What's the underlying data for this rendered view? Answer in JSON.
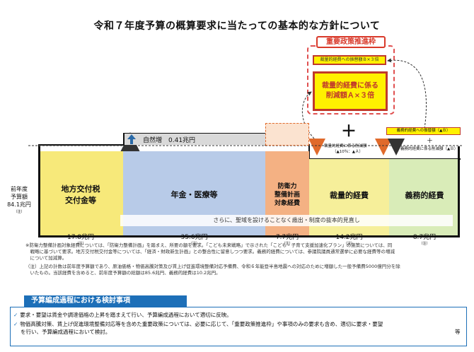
{
  "title": "令和７年度予算の概算要求に当たっての基本的な方針について",
  "priority": {
    "label": "重要政策推進枠",
    "small_box": "裁量的経費への振替額Ｂ×３倍",
    "big_box_line1": "裁量的経費に係る",
    "big_box_line2": "削減額Ａ×３倍"
  },
  "natural_increase": "自然増　0.41兆円",
  "plus": "＋",
  "plus_small": "＋",
  "right_top_box": "義務的経費への振替額（▲Ｂ）",
  "reduction_label": "裁量的経費に係る削減額",
  "reduction_pct": "（▲10％：▲Ａ）",
  "mandatory_reduction": "義務的経費に係る削減額（▲Ｂ）",
  "left_label": {
    "line1": "前年度",
    "line2": "予算額",
    "line3": "84.1兆円",
    "note": "（注）"
  },
  "segments": [
    {
      "name": "地方交付税\n交付金等",
      "line1": "地方交付税",
      "line2": "交付金等",
      "value": "17.8兆円",
      "note": "（注）",
      "color": "#f7e97a"
    },
    {
      "name": "年金・医療等",
      "line1": "年金・医療等",
      "line2": "",
      "value": "35.6兆円",
      "note": "（注）",
      "color": "#b8cbe8"
    },
    {
      "line1": "防衛力",
      "line2": "整備計画",
      "line3": "対象経費",
      "value": "7.7兆円",
      "note": "（注）",
      "color": "#f4b183"
    },
    {
      "line1": "裁量的経費",
      "line2": "",
      "value": "14.2兆円",
      "note": "（注）",
      "color": "#f6ef9a"
    },
    {
      "line1": "義務的経費",
      "line2": "",
      "value": "8.7兆円",
      "note": "（注）",
      "color": "#d9ecb8"
    }
  ],
  "strip_text": "さらに、聖域を設けることなく歳出・制度の抜本的見直し",
  "notes": [
    "※防衛力整備計画対象経費については、「防衛力整備計画」を踏まえ、所要の額を要求。「こども未来戦略」で示された「こども・子育て支援加速化プラン」の施策については、同",
    "　戦略に基づいて要求。地方交付税交付金等については、「経済・財政新生計画」との整合性に留意しつつ要求。義務的経費については、参議院議員通常選挙に必要な経費等の増減",
    "　について加減算。",
    "（注）上記の計数は前年度予算額であり、原油価格・物価高騰対策及び賃上げ促進環境整備対応予備費、令和６年能登半島地震への対応のために増額した一般予備費5000億円分を除",
    "　いたもの。当該経費を含めると、前年度予算額の総額は85.6兆円、義務的経費は10.2兆円。"
  ],
  "examination": {
    "title": "予算編成過程における検討事項",
    "items": [
      "要求・要望は賃金や調達価格の上昇を踏まえて行い、予算編成過程において適切に反映。",
      "物価高騰対策、賃上げ促進環境整備対応等を含めた重要政策については、必要に応じて、「重要政策推進枠」や事項のみの要求も含め、適切に要求・要望",
      "を行い、予算編成過程において検討。"
    ],
    "trailing": "等"
  },
  "colors": {
    "accent_red": "#d93a2b",
    "blue": "#1d6fb8",
    "yellow": "#fff100"
  }
}
